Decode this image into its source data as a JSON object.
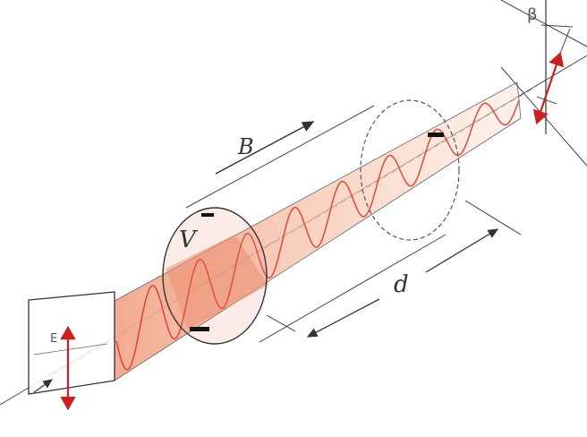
{
  "diagram": {
    "labels": {
      "field": "B",
      "verdet": "V",
      "length": "d",
      "rotation": "β",
      "input_polarization": "E"
    },
    "colors": {
      "wave": "#d63a2a",
      "beam_fill": "#f5b8a0",
      "beam_core": "#e8856a",
      "outline": "#333333",
      "polarization_arrow": "#cc1f1f"
    }
  }
}
